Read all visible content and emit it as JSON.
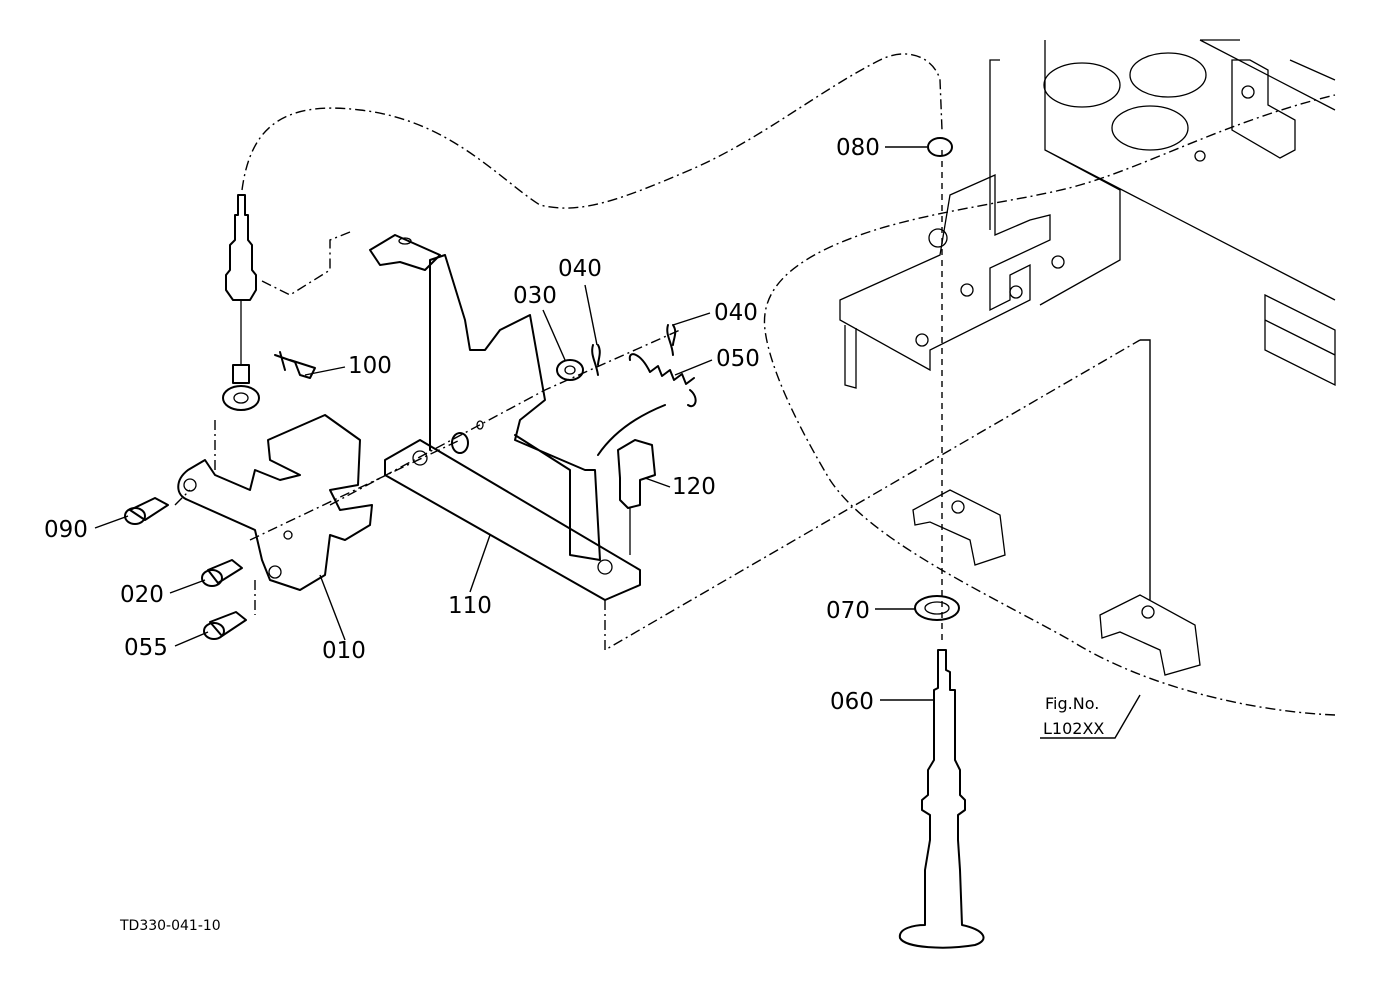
{
  "diagram": {
    "drawing_code": "TD330-041-10",
    "reference": {
      "line1": "Fig.No.",
      "line2": "L102XX"
    },
    "callouts": {
      "p010": "010",
      "p020": "020",
      "p030": "030",
      "p040a": "040",
      "p040b": "040",
      "p050": "050",
      "p055": "055",
      "p060": "060",
      "p070": "070",
      "p080": "080",
      "p090": "090",
      "p100": "100",
      "p110": "110",
      "p120": "120"
    }
  }
}
